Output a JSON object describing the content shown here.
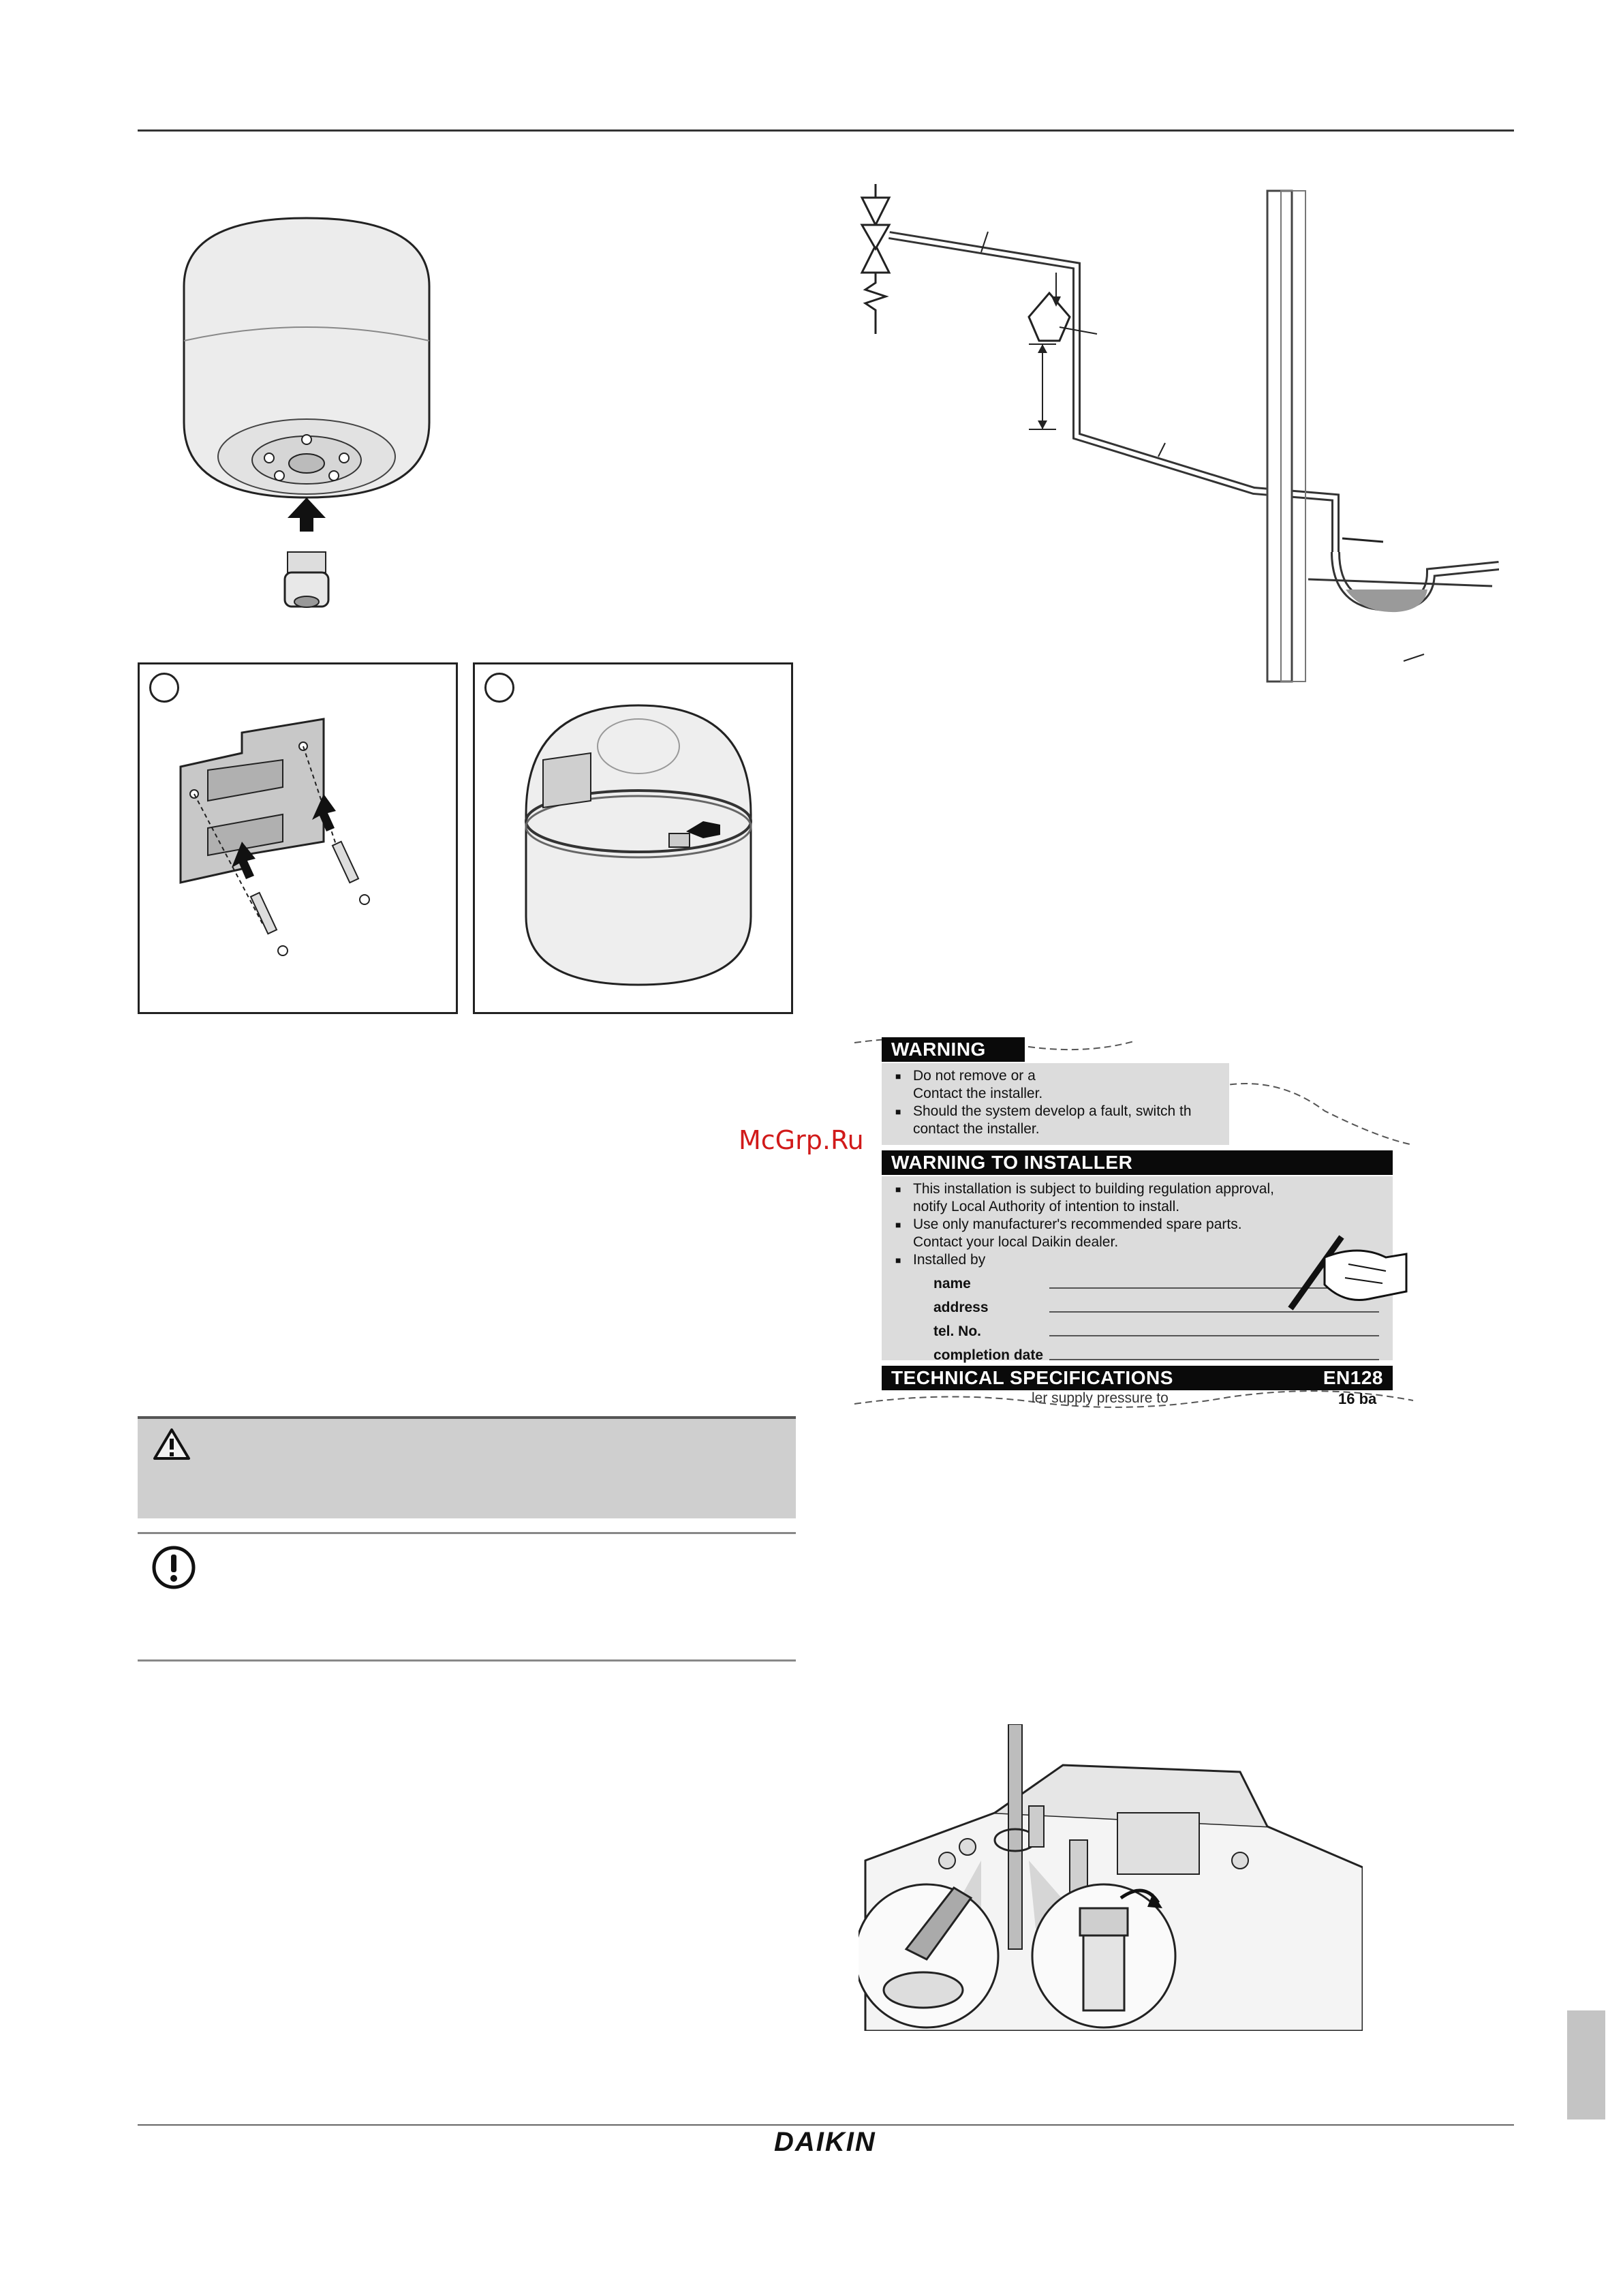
{
  "watermark": "McGrp.Ru",
  "label_plate": {
    "warning": {
      "title": "WARNING",
      "line1": "Do not remove or a",
      "line1_cont": "Contact the installer.",
      "line2": "Should the system develop a fault, switch th",
      "line2_cont": "contact the installer."
    },
    "installer": {
      "title": "WARNING TO INSTALLER",
      "line1": "This installation is subject to building regulation approval,",
      "line1_cont": "notify Local Authority of intention to install.",
      "line2": "Use only manufacturer's recommended spare parts.",
      "line2_cont": "Contact your local Daikin dealer.",
      "line3": "Installed by",
      "fields": [
        "name",
        "address",
        "tel. No.",
        "completion date"
      ]
    },
    "tech": {
      "title": "TECHNICAL SPECIFICATIONS",
      "code": "EN128",
      "row_text": "ler supply pressure to",
      "row_value": "16 ba"
    }
  },
  "panel_numbers": [
    "",
    ""
  ],
  "footer": {
    "brand": "DAIKIN"
  },
  "colors": {
    "label_dark": "#0a0a0a",
    "label_grey": "#dcdcdc",
    "watermark": "#d11a1a",
    "note_grey": "#cfcfcf"
  },
  "icons": [
    "caution-triangle-icon",
    "important-exclamation-icon",
    "hand-pen-icon"
  ]
}
